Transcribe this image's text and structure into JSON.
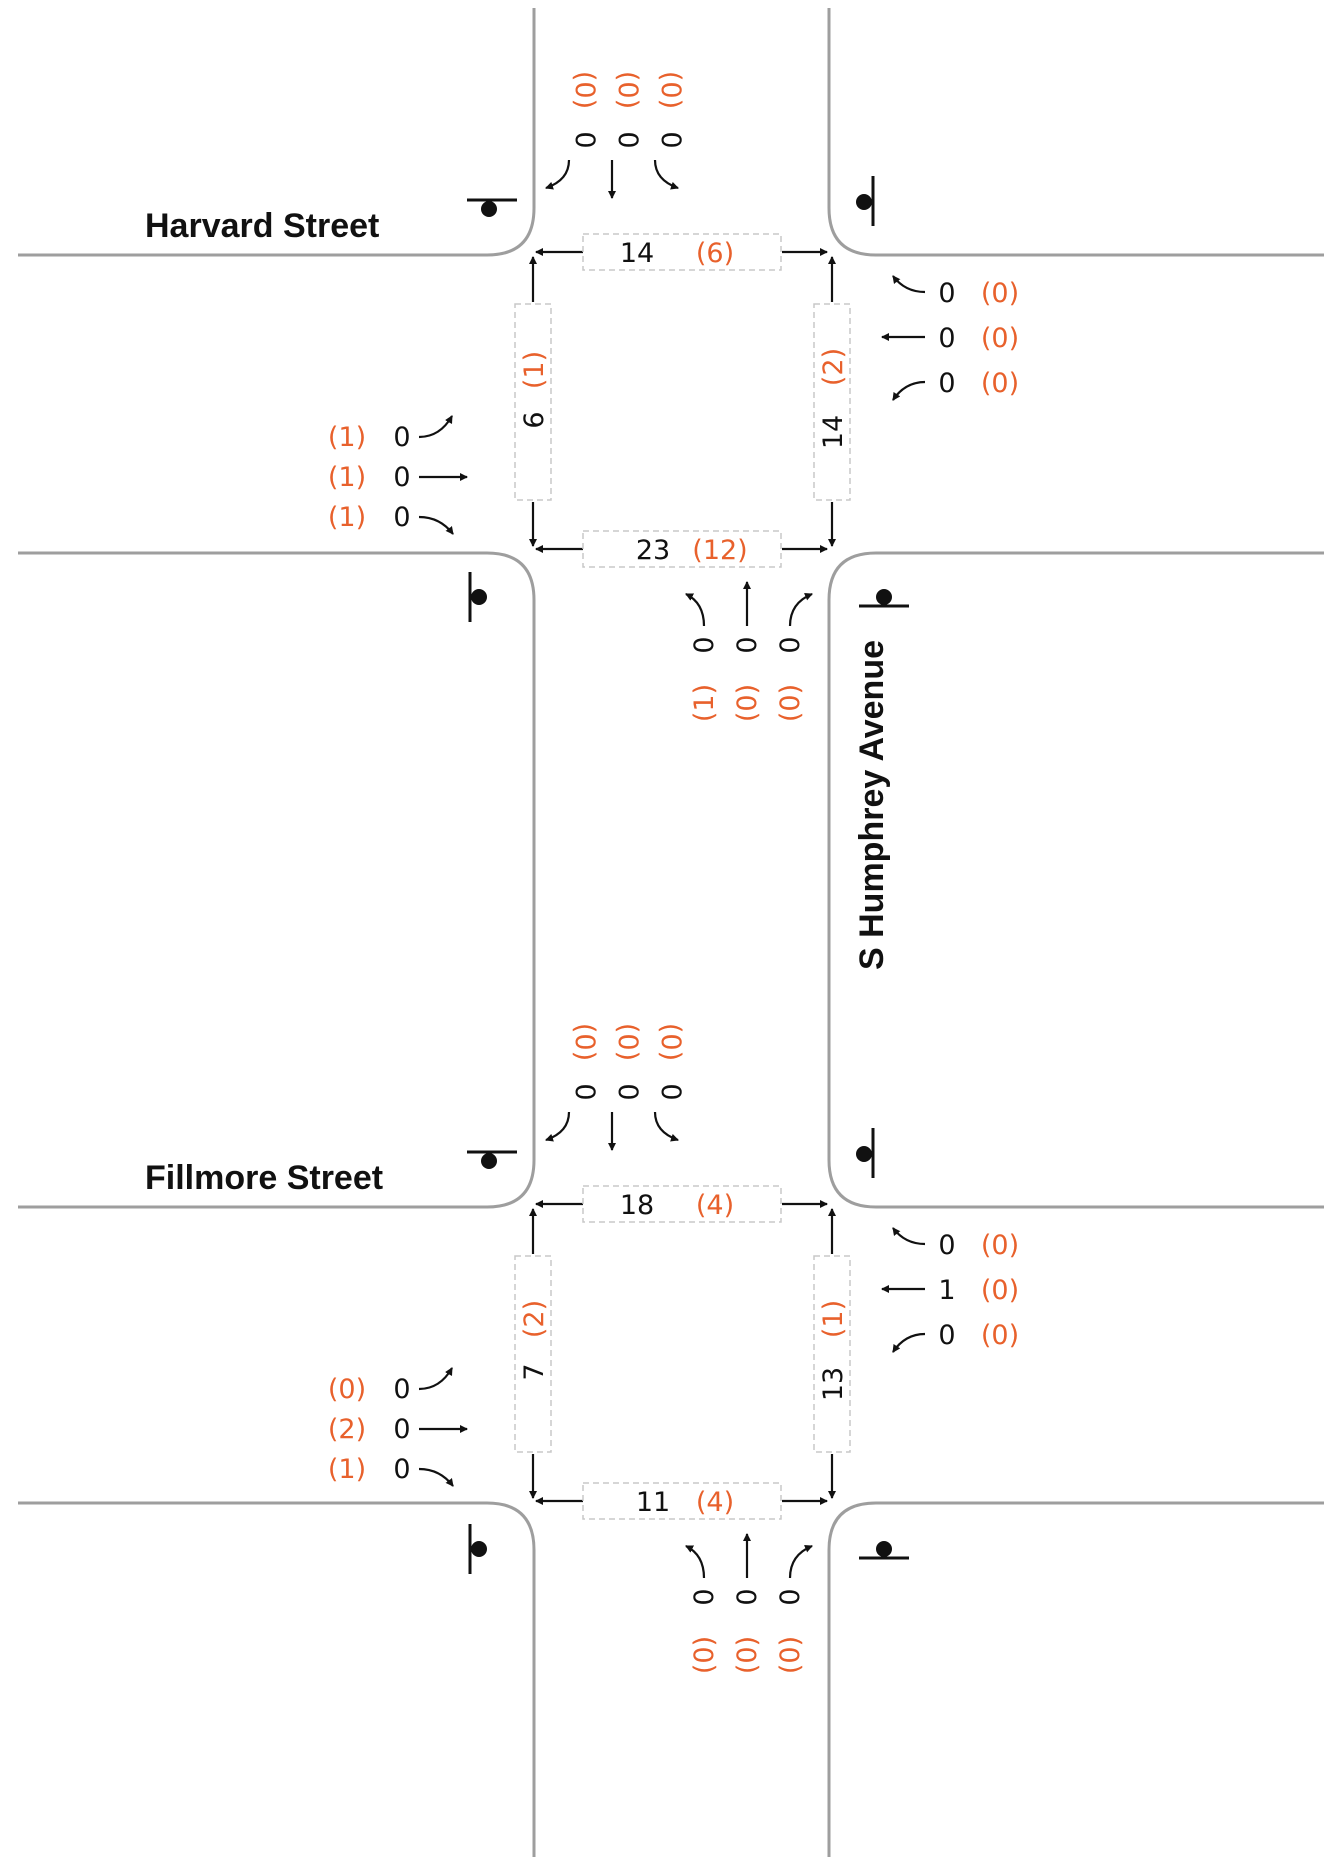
{
  "colors": {
    "count": "#111111",
    "highlight": "#e8612c",
    "curb": "#9e9e9e"
  },
  "streets": {
    "north": "Harvard Street",
    "south": "Fillmore Street",
    "vertical": "S Humphrey Avenue"
  },
  "intersections": [
    {
      "name": "Harvard Street",
      "southbound": [
        {
          "count": "0",
          "paren": "(0)",
          "movement": "right"
        },
        {
          "count": "0",
          "paren": "(0)",
          "movement": "through"
        },
        {
          "count": "0",
          "paren": "(0)",
          "movement": "left"
        }
      ],
      "westbound": [
        {
          "count": "0",
          "paren": "(0)",
          "movement": "right"
        },
        {
          "count": "0",
          "paren": "(0)",
          "movement": "through"
        },
        {
          "count": "0",
          "paren": "(0)",
          "movement": "left"
        }
      ],
      "eastbound": [
        {
          "count": "0",
          "paren": "(1)",
          "movement": "left"
        },
        {
          "count": "0",
          "paren": "(1)",
          "movement": "through"
        },
        {
          "count": "0",
          "paren": "(1)",
          "movement": "right"
        }
      ],
      "northbound": [
        {
          "count": "0",
          "paren": "(1)",
          "movement": "left"
        },
        {
          "count": "0",
          "paren": "(0)",
          "movement": "through"
        },
        {
          "count": "0",
          "paren": "(0)",
          "movement": "right"
        }
      ],
      "crosswalks": {
        "north": {
          "count": "14",
          "paren": "(6)"
        },
        "south": {
          "count": "23",
          "paren": "(12)"
        },
        "west": {
          "count": "6",
          "paren": "(1)"
        },
        "east": {
          "count": "14",
          "paren": "(2)"
        }
      }
    },
    {
      "name": "Fillmore Street",
      "southbound": [
        {
          "count": "0",
          "paren": "(0)",
          "movement": "right"
        },
        {
          "count": "0",
          "paren": "(0)",
          "movement": "through"
        },
        {
          "count": "0",
          "paren": "(0)",
          "movement": "left"
        }
      ],
      "westbound": [
        {
          "count": "0",
          "paren": "(0)",
          "movement": "right"
        },
        {
          "count": "1",
          "paren": "(0)",
          "movement": "through"
        },
        {
          "count": "0",
          "paren": "(0)",
          "movement": "left"
        }
      ],
      "eastbound": [
        {
          "count": "0",
          "paren": "(0)",
          "movement": "left"
        },
        {
          "count": "0",
          "paren": "(2)",
          "movement": "through"
        },
        {
          "count": "0",
          "paren": "(1)",
          "movement": "right"
        }
      ],
      "northbound": [
        {
          "count": "0",
          "paren": "(0)",
          "movement": "left"
        },
        {
          "count": "0",
          "paren": "(0)",
          "movement": "through"
        },
        {
          "count": "0",
          "paren": "(0)",
          "movement": "right"
        }
      ],
      "crosswalks": {
        "north": {
          "count": "18",
          "paren": "(4)"
        },
        "south": {
          "count": "11",
          "paren": "(4)"
        },
        "west": {
          "count": "7",
          "paren": "(2)"
        },
        "east": {
          "count": "13",
          "paren": "(1)"
        }
      }
    }
  ]
}
